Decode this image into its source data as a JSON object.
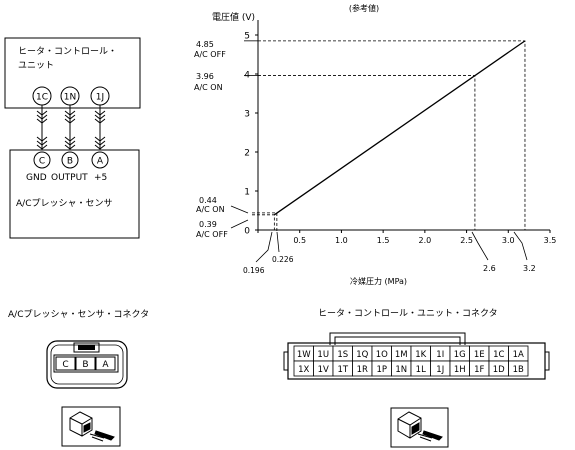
{
  "wiring": {
    "heater_unit_label": [
      "ヒータ・コントロール・",
      "ユニット"
    ],
    "heater_pins": [
      "1C",
      "1N",
      "1J"
    ],
    "sensor_pins": [
      "C",
      "B",
      "A"
    ],
    "sensor_pin_labels": [
      "GND",
      "OUTPUT",
      "+5"
    ],
    "sensor_label": "A/Cプレッシャ・センサ"
  },
  "chart_data": {
    "type": "line",
    "title": "(参考値)",
    "ylabel": "電圧値 (V)",
    "xlabel": "冷媒圧力 (MPa)",
    "xlim": [
      0,
      3.5
    ],
    "ylim": [
      0,
      5
    ],
    "x_ticks": [
      "0",
      "0.5",
      "1.0",
      "1.5",
      "2.0",
      "2.5",
      "3.0",
      "3.5"
    ],
    "y_ticks": [
      "0",
      "1",
      "2",
      "3",
      "4",
      "5"
    ],
    "series": [
      {
        "x": [
          0.196,
          3.2
        ],
        "y": [
          0.39,
          4.85
        ]
      }
    ],
    "annotations": [
      {
        "value": "4.85",
        "state": "A/C OFF"
      },
      {
        "value": "3.96",
        "state": "A/C ON"
      },
      {
        "value": "0.44",
        "state": "A/C ON"
      },
      {
        "value": "0.39",
        "state": "A/C OFF"
      }
    ],
    "x_callouts": [
      "0.196",
      "0.226",
      "2.6",
      "3.2"
    ]
  },
  "connectors": {
    "sensor_connector_title": "A/Cプレッシャ・センサ・コネクタ",
    "sensor_connector_pins": [
      "C",
      "B",
      "A"
    ],
    "heater_connector_title": "ヒータ・コントロール・ユニット・コネクタ",
    "heater_connector_row1": [
      "1W",
      "1U",
      "1S",
      "1Q",
      "1O",
      "1M",
      "1K",
      "1I",
      "1G",
      "1E",
      "1C",
      "1A"
    ],
    "heater_connector_row2": [
      "1X",
      "1V",
      "1T",
      "1R",
      "1P",
      "1N",
      "1L",
      "1J",
      "1H",
      "1F",
      "1D",
      "1B"
    ]
  }
}
